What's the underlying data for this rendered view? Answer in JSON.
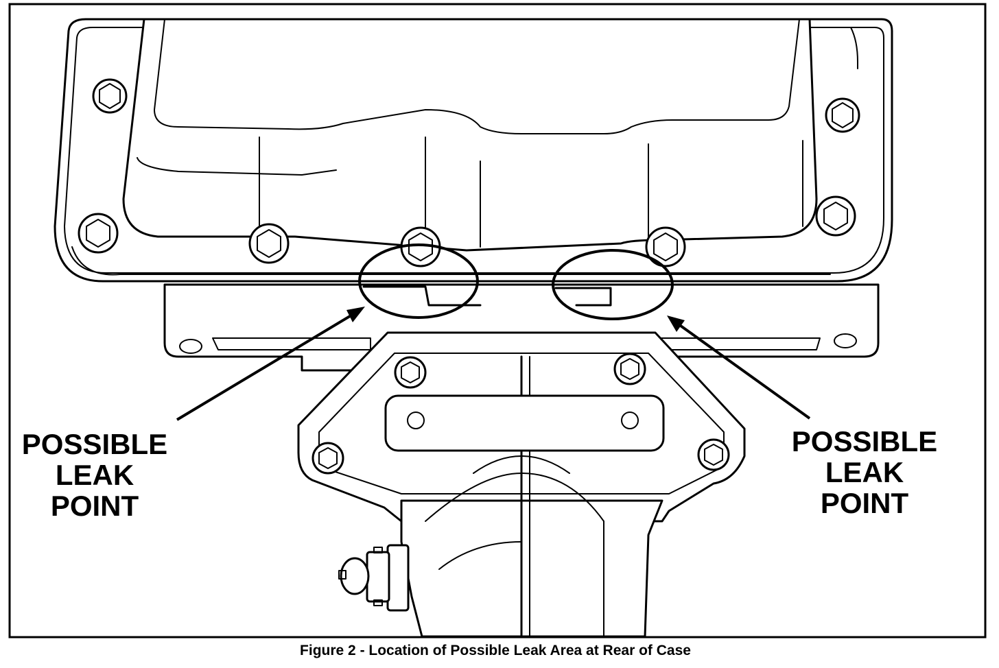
{
  "figure": {
    "caption": "Figure 2 - Location of Possible Leak Area at Rear of Case",
    "callouts": [
      {
        "side": "left",
        "lines": [
          "POSSIBLE",
          "LEAK",
          "POINT"
        ]
      },
      {
        "side": "right",
        "lines": [
          "POSSIBLE",
          "LEAK",
          "POINT"
        ]
      }
    ],
    "colors": {
      "ink": "#000000",
      "paper": "#ffffff"
    }
  }
}
